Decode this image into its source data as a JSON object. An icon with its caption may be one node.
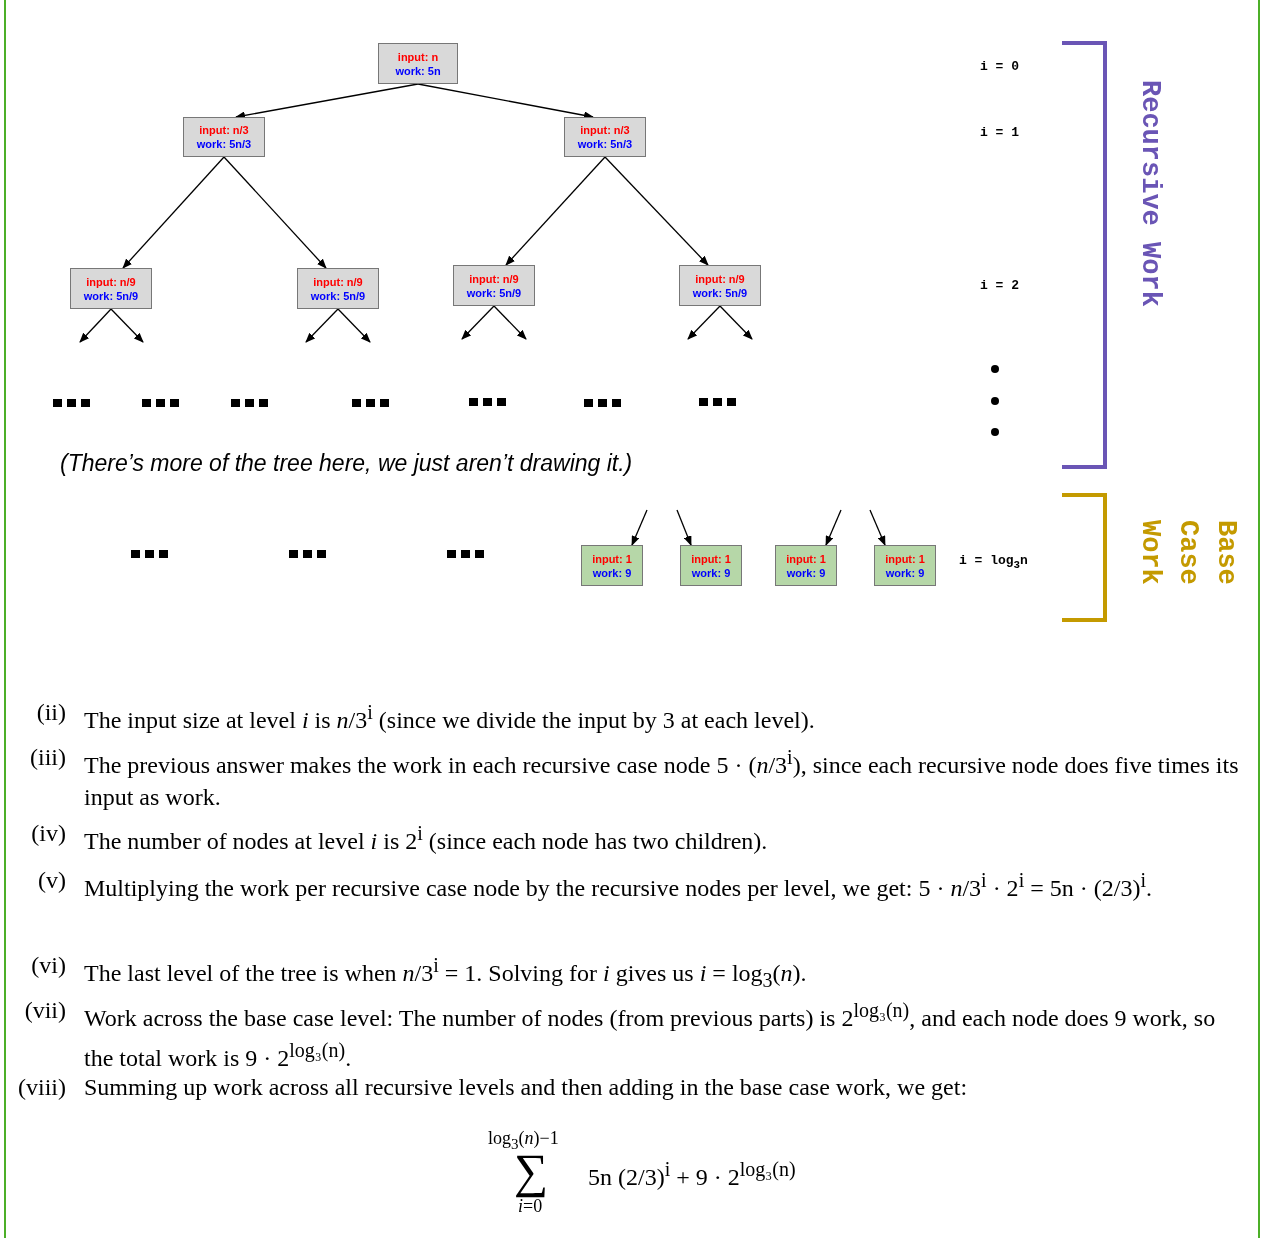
{
  "diagram": {
    "nodes": [
      {
        "text": [
          "input: n",
          "work: 5n"
        ]
      },
      {
        "text": [
          "input: n/3",
          "work: 5n/3"
        ]
      },
      {
        "text": [
          "input: n/3",
          "work: 5n/3"
        ]
      },
      {
        "text": [
          "input: n/9",
          "work: 5n/9"
        ]
      },
      {
        "text": [
          "input: n/9",
          "work: 5n/9"
        ]
      },
      {
        "text": [
          "input: n/9",
          "work: 5n/9"
        ]
      },
      {
        "text": [
          "input: n/9",
          "work: 5n/9"
        ]
      },
      {
        "text": [
          "input: 1",
          "work: 9"
        ]
      },
      {
        "text": [
          "input: 1",
          "work: 9"
        ]
      },
      {
        "text": [
          "input: 1",
          "work: 9"
        ]
      },
      {
        "text": [
          "input: 1",
          "work: 9"
        ]
      }
    ],
    "edges": [
      {
        "from": 0,
        "to": 1,
        "arrow": "to"
      },
      {
        "from": 0,
        "to": 2,
        "arrow": "to"
      },
      {
        "from": 1,
        "to": 3,
        "arrow": "to"
      },
      {
        "from": 1,
        "to": 4,
        "arrow": "to"
      },
      {
        "from": 2,
        "to": 5,
        "arrow": "to"
      },
      {
        "from": 2,
        "to": 6,
        "arrow": "to"
      },
      {
        "from": 3,
        "to": null,
        "arrow": "to"
      },
      {
        "from": 3,
        "to": null,
        "arrow": "to"
      },
      {
        "from": 4,
        "to": null,
        "arrow": "to"
      },
      {
        "from": 4,
        "to": null,
        "arrow": "to"
      },
      {
        "from": 5,
        "to": null,
        "arrow": "to"
      },
      {
        "from": 5,
        "to": null,
        "arrow": "to"
      },
      {
        "from": 6,
        "to": null,
        "arrow": "to"
      },
      {
        "from": 6,
        "to": null,
        "arrow": "to"
      },
      {
        "from": null,
        "to": 7,
        "arrow": "to"
      },
      {
        "from": null,
        "to": 8,
        "arrow": "to"
      },
      {
        "from": null,
        "to": 9,
        "arrow": "to"
      },
      {
        "from": null,
        "to": 10,
        "arrow": "to"
      }
    ],
    "labels": [
      "i = 0",
      "i = 1",
      "Recursive Work",
      "i = 2",
      "(There’s more of the tree here, we just aren’t drawing it.)",
      "Base Case Work",
      "i = log$_{3}$n",
      "(ii)",
      "The input size at level *i* is *n*/3$^{i}$ (since we divide the input by 3 at each level).",
      "(iii)",
      "The previous answer makes the work in each recursive case node 5 · (*n*/3$^{i}$), since each recursive node does five times its input as work.",
      "(iv)",
      "The number of nodes at level *i* is 2$^{i}$ (since each node has two children).",
      "(v)",
      "Multiplying the work per recursive case node by the recursive nodes per level, we get: 5 · *n*/3$^{i}$ · 2$^{i}$ = 5n · (2/3)$^{i}$.",
      "(vi)",
      "The last level of the tree is when *n*/3$^{i}$ = 1. Solving for *i* gives us *i* = log$_{3}$(*n*).",
      "(vii)",
      "Work across the base case level: The number of nodes (from previous parts) is 2$^{log₃(n)}$, and each node does 9 work, so the total work is 9 · 2$^{log₃(n)}$.",
      "(viii)",
      "Summing up work across all recursive levels and then adding in the base case work, we get:",
      "log$_{3}$(*n*)−1",
      "∑",
      "*i*=0",
      "5n (2/3)$^{i}$ + 9 · 2$^{log₃(n)}$"
    ]
  }
}
